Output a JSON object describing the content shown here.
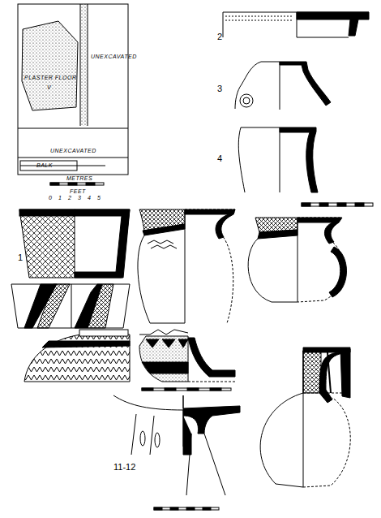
{
  "diagram": {
    "labels": [
      "PLASTER FLOOR",
      "V",
      "UNEXCAVATED",
      "UNEXCAVATED",
      "BALK",
      "METRES",
      "FEET",
      "0",
      "1",
      "2",
      "3",
      "4",
      "5",
      "1",
      "2",
      "3",
      "4",
      "11-12"
    ]
  }
}
